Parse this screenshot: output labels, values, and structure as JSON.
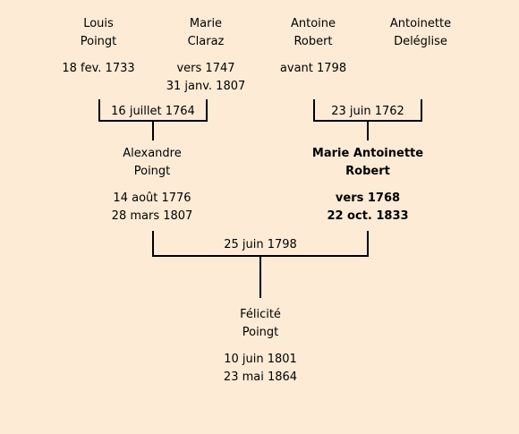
{
  "persons": {
    "louis": {
      "given": "Louis",
      "family": "Poingt",
      "birth": "18 fev. 1733",
      "death": ""
    },
    "marie": {
      "given": "Marie",
      "family": "Claraz",
      "birth": "vers 1747",
      "death": "31 janv. 1807"
    },
    "antoine": {
      "given": "Antoine",
      "family": "Robert",
      "birth": "avant 1798",
      "death": ""
    },
    "antoinette": {
      "given": "Antoinette",
      "family": "Deléglise",
      "birth": "",
      "death": ""
    },
    "alexandre": {
      "given": "Alexandre",
      "family": "Poingt",
      "birth": "14 août 1776",
      "death": "28 mars 1807"
    },
    "marie_antoinette": {
      "given": "Marie Antoinette",
      "family": "Robert",
      "birth": "vers 1768",
      "death": "22 oct. 1833"
    },
    "felicite": {
      "given": "Félicité",
      "family": "Poingt",
      "birth": "10 juin 1801",
      "death": "23 mai 1864"
    }
  },
  "marriages": {
    "louis_marie": "16 juillet 1764",
    "antoine_antoinette": "23 juin 1762",
    "alexandre_marie_antoinette": "25 juin 1798"
  }
}
